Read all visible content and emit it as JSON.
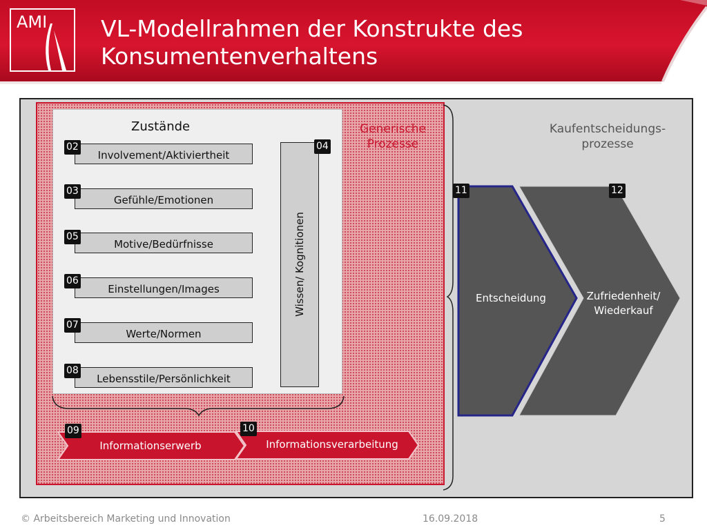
{
  "header": {
    "logo_text": "AMI",
    "title": "VL-Modellrahmen der Konstrukte des Konsumentenverhaltens"
  },
  "diagram": {
    "states_title": "Zustände",
    "generic_title": "Generische\nProzesse",
    "purchase_title": "Kaufentscheidungs-\nprozesse",
    "states": [
      {
        "num": "02",
        "label": "Involvement/Aktiviertheit"
      },
      {
        "num": "03",
        "label": "Gefühle/Emotionen"
      },
      {
        "num": "05",
        "label": "Motive/Bedürfnisse"
      },
      {
        "num": "06",
        "label": "Einstellungen/Images"
      },
      {
        "num": "07",
        "label": "Werte/Normen"
      },
      {
        "num": "08",
        "label": "Lebensstile/Persönlichkeit"
      }
    ],
    "knowledge": {
      "num": "04",
      "label": "Wissen/ Kognitionen"
    },
    "info": [
      {
        "num": "09",
        "label": "Informationserwerb"
      },
      {
        "num": "10",
        "label": "Informationsverarbeitung"
      }
    ],
    "decision": [
      {
        "num": "11",
        "label": "Entscheidung"
      },
      {
        "num": "12",
        "label": "Zufriedenheit/\nWiederkauf"
      }
    ]
  },
  "colors": {
    "brand_red": "#c8142d",
    "dark_gray": "#555555",
    "blue_outline": "#26268a"
  },
  "footer": {
    "copyright": "© Arbeitsbereich Marketing und Innovation",
    "date": "16.09.2018",
    "page": "5"
  }
}
